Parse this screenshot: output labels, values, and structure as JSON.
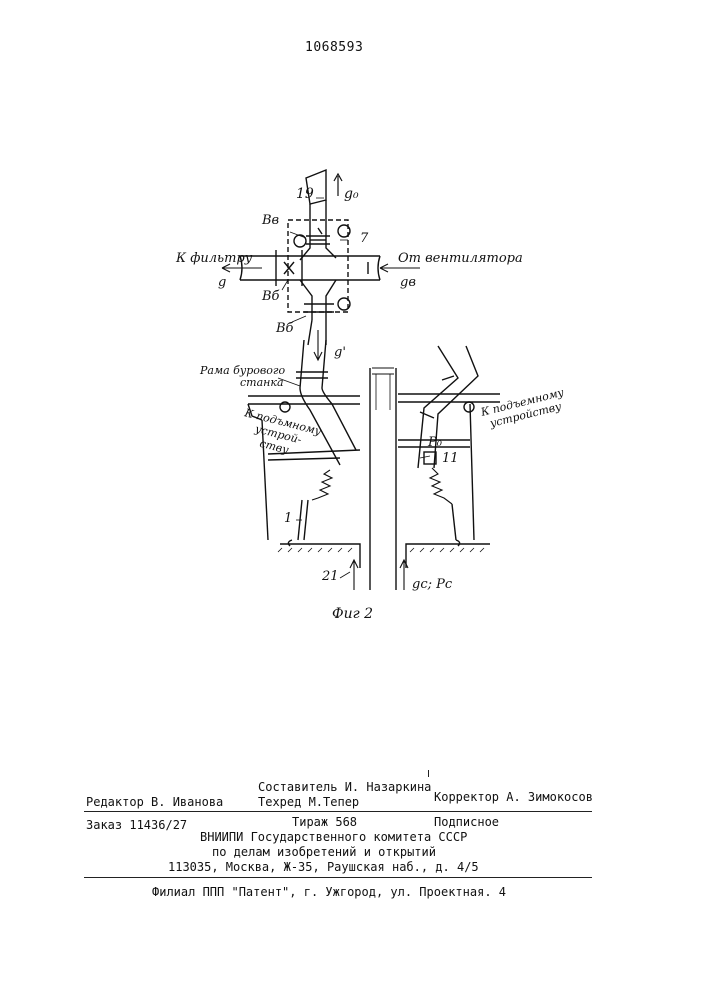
{
  "patent_number": "1068593",
  "figure": {
    "caption": "Фиг 2",
    "labels": {
      "part_19": "19",
      "q0": "g₀",
      "vv": "Вв",
      "part_7": "7",
      "to_filter": "К фильтру",
      "from_fan": "От вентилятора",
      "q": "g",
      "qv": "gв",
      "vb_left": "Вб",
      "vb_bottom": "Вб",
      "q_prime": "g'",
      "frame_line1": "Рама бурового",
      "frame_line2": "станка",
      "lift_left_1": "К подъмному",
      "lift_left_2": "устрой-",
      "lift_left_3": "ству",
      "lift_right_1": "К подъемному",
      "lift_right_2": "устройству",
      "p0": "P₀",
      "part_11": "11",
      "part_1": "1",
      "part_21": "21",
      "qc_pc": "gc; Pc"
    }
  },
  "imprint": {
    "compiler": "Составитель И. Назаркина",
    "editor": "Редактор В. Иванова",
    "techred": "Техред М.Тепер",
    "corrector": "Корректор А. Зимокосов",
    "order": "Заказ 11436/27",
    "circulation": "Тираж 568",
    "subscription": "Подписное",
    "org_line1": "ВНИИПИ Государственного комитета СССР",
    "org_line2": "по делам изобретений и открытий",
    "org_line3": "113035, Москва, Ж-35, Раушская наб., д. 4/5",
    "branch": "Филиал ППП \"Патент\", г. Ужгород, ул. Проектная. 4"
  }
}
